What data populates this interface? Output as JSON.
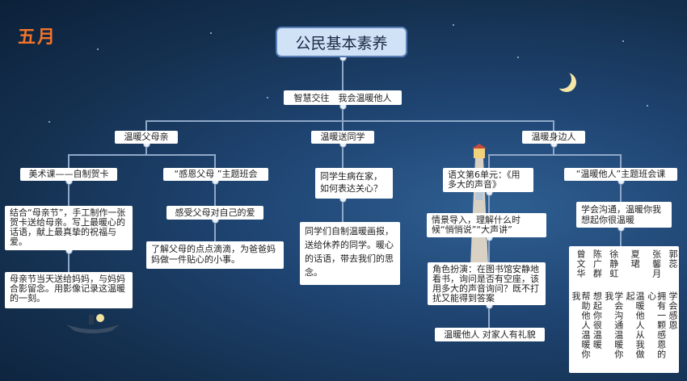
{
  "month": "五月",
  "title": "公民基本素养",
  "level1": "智慧交往　我会温暖他人",
  "branches": {
    "parents": {
      "label": "温暖父母亲",
      "art_class": "美术课——自制贺卡",
      "art_desc": "结合“母亲节”，手工制作一张贺卡送给母亲。写上最暖心的话语，献上最真挚的祝福与爱。",
      "photo_desc": "母亲节当天送给妈妈，与妈妈合影留念。用影像记录这温暖的一刻。",
      "meeting": "“感恩父母 ”主题班会",
      "feel": "感受父母对自己的爱",
      "understand": "了解父母的点点滴滴，为爸爸妈妈做一件贴心的小事。"
    },
    "classmates": {
      "label": "温暖送同学",
      "question": "同学生病在家，如何表达关心？",
      "answer": "同学们自制温暖画报，送给休养的同学。暖心的话语，带去我们的思念。"
    },
    "people": {
      "label": "温暖身边人",
      "unit": "语文第6单元：《用多大的声音》",
      "intro": "情景导入，理解什么时候“悄悄说”“大声讲”",
      "role_play": "角色扮演：在图书馆安静地看书，询问是否有空座，该用多大的声音询问？既不打扰又能得到答案",
      "warm": "温暖他人 对家人有礼貌",
      "meeting": "“温暖他人”主题班会课",
      "communicate": "学会沟通，温暖你我想起你很温暖",
      "students": [
        {
          "name": "曾文华",
          "text": "帮助他人温暖你我"
        },
        {
          "name": "陈广群",
          "text": "想起你很温暖"
        },
        {
          "name": "徐静虹",
          "text": "学会沟通温暖你我"
        },
        {
          "name": "夏珺",
          "text": "温暖他人从我做起"
        },
        {
          "name": "张馨月",
          "text": "拥有一颗感恩的心"
        },
        {
          "name": "郭蕊",
          "text": "学会感恩"
        }
      ]
    }
  },
  "colors": {
    "line": "#8fa8c8",
    "month": "#f3742b"
  }
}
